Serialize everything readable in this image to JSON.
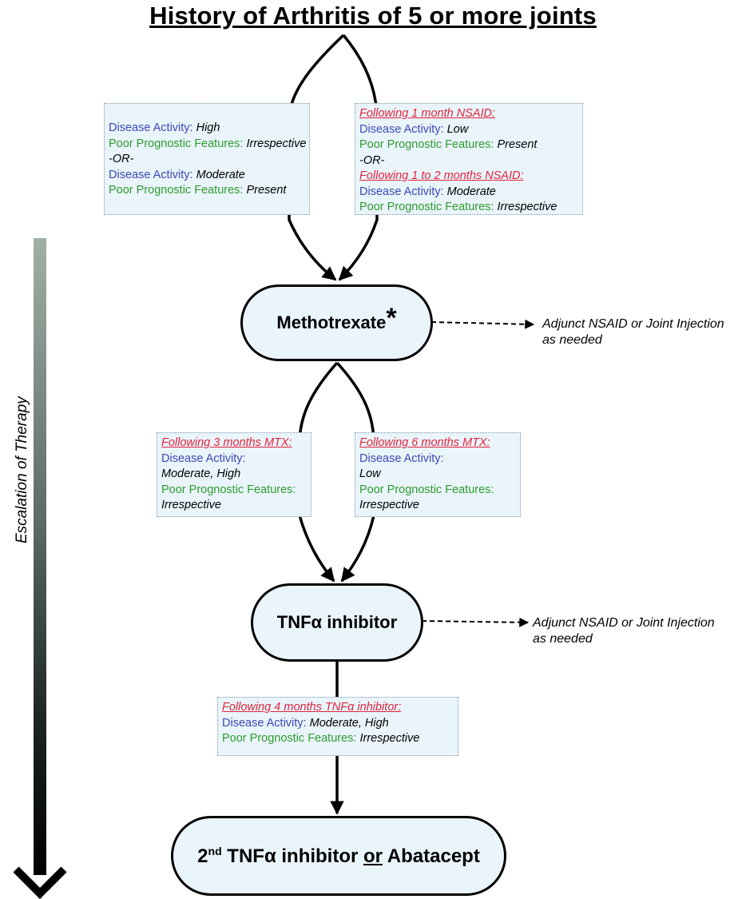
{
  "title": "History of Arthritis of 5 or more joints",
  "side_label": "Escalation of Therapy",
  "boxes": {
    "top_left": {
      "lines": [
        {
          "label": "Disease Activity",
          "value": "High"
        },
        {
          "label": "Poor Prognostic Features",
          "value": "Irrespective"
        },
        {
          "sep": "-OR-"
        },
        {
          "label": "Disease Activity",
          "value": "Moderate"
        },
        {
          "label": "Poor Prognostic Features",
          "value": "Present"
        }
      ]
    },
    "top_right": {
      "header1": "Following 1 month NSAID:",
      "line1_label": "Disease Activity",
      "line1_value": "Low",
      "line2_label": "Poor Prognostic Features",
      "line2_value": "Present",
      "sep": "-OR-",
      "header2": "Following 1 to 2 months NSAID:",
      "line3_label": "Disease Activity",
      "line3_value": "Moderate",
      "line4_label": "Poor Prognostic Features",
      "line4_value": "Irrespective"
    },
    "mid_left": {
      "header": "Following 3 months MTX:",
      "label1": "Disease Activity",
      "value1": "Moderate, High",
      "label2": "Poor Prognostic Features:",
      "value2": "Irrespective"
    },
    "mid_right": {
      "header": "Following 6 months MTX:",
      "label1": "Disease Activity",
      "value1": "Low",
      "label2": "Poor Prognostic Features:",
      "value2": "Irrespective"
    },
    "bottom": {
      "header": "Following 4 months TNFα inhibitor:",
      "label1": "Disease Activity",
      "value1": "Moderate, High",
      "label2": "Poor Prognostic Features:",
      "value2": "Irrespective"
    }
  },
  "nodes": {
    "methotrexate": {
      "label": "Methotrexate",
      "mark": "*"
    },
    "tnf": {
      "label": "TNFα inhibitor"
    },
    "final": {
      "sup": "nd",
      "pre": "2",
      "mid": " TNFα inhibitor ",
      "or": "or",
      "post": " Abatacept"
    }
  },
  "notes": {
    "adjunct1_line1": "Adjunct NSAID or Joint Injection",
    "adjunct1_line2": "as needed",
    "adjunct2_line1": "Adjunct NSAID or Joint Injection",
    "adjunct2_line2": "as needed"
  }
}
